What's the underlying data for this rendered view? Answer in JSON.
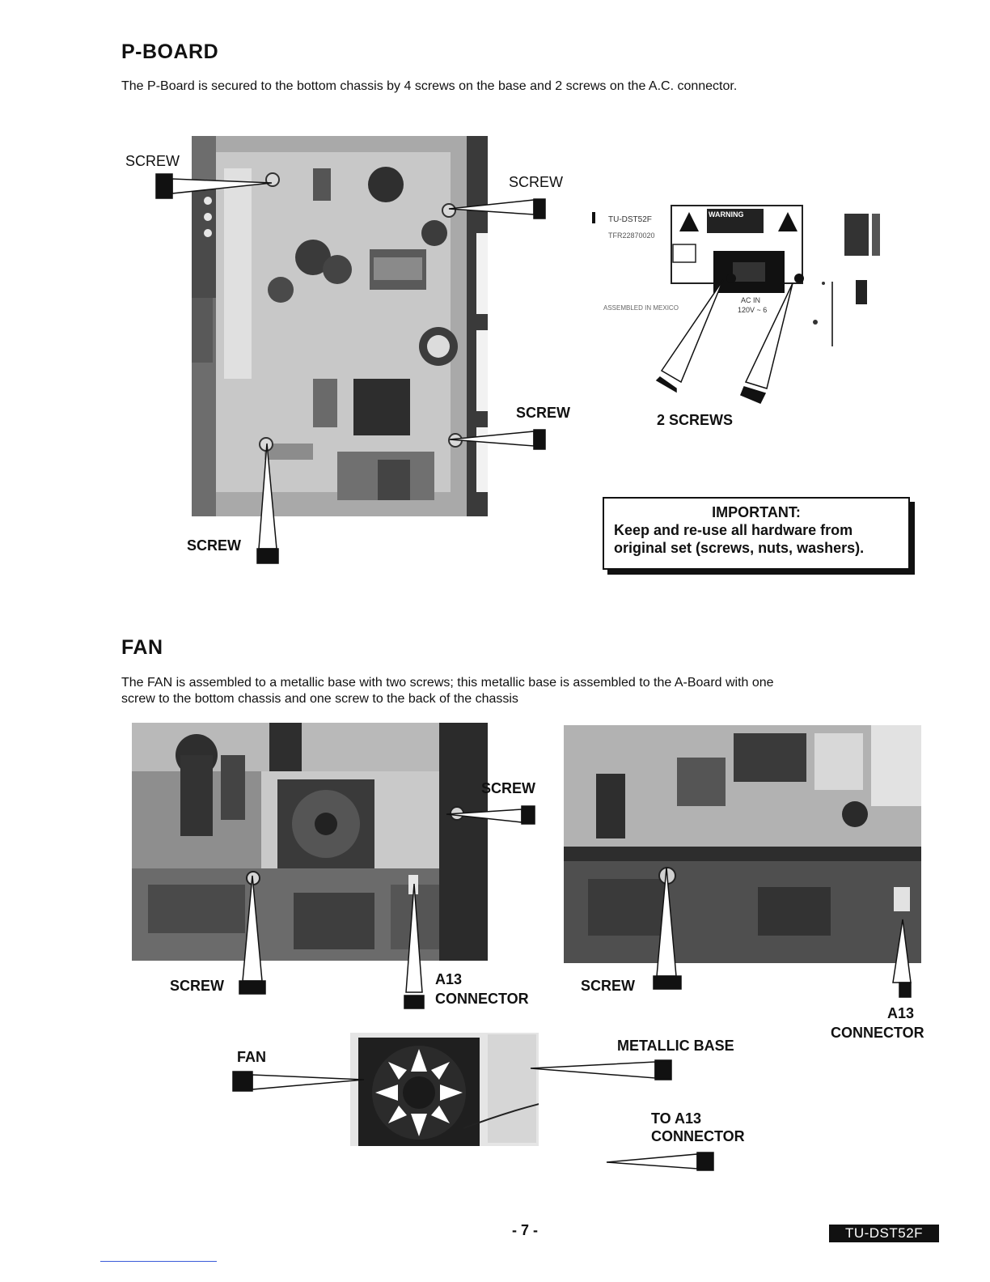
{
  "pboard": {
    "title": "P-BOARD",
    "description": "The P-Board is secured to the bottom chassis by 4 screws on the base and 2 screws on the A.C. connector.",
    "labels": {
      "screw_top_left": "SCREW",
      "screw_top_right": "SCREW",
      "screw_mid_right": "SCREW",
      "screw_bottom": "SCREW",
      "two_screws": "2 SCREWS"
    },
    "rear_panel": {
      "model_text": "TU-DST52F",
      "part_text": "TFR22870020",
      "warning_text": "WARNING",
      "ac_in_text": "AC IN",
      "voltage_text": "120V ~ 6",
      "assembled_text": "ASSEMBLED IN MEXICO"
    },
    "important": {
      "heading": "IMPORTANT:",
      "line1": "Keep and re-use all hardware from",
      "line2": "original set (screws, nuts, washers)."
    }
  },
  "fan": {
    "title": "FAN",
    "description_line1": "The FAN is assembled to a metallic base with two screws; this metallic base is assembled to the A-Board with one",
    "description_line2": "screw  to the bottom chassis and one screw to the back of the chassis",
    "labels": {
      "screw_left_top": "SCREW",
      "screw_left_bottom": "SCREW",
      "a13_left_line1": "A13",
      "a13_left_line2": "CONNECTOR",
      "screw_right": "SCREW",
      "a13_right_line1": "A13",
      "a13_right_line2": "CONNECTOR",
      "fan": "FAN",
      "metallic_base": "METALLIC BASE",
      "to_a13_line1": "TO A13",
      "to_a13_line2": "CONNECTOR"
    }
  },
  "footer": {
    "page_number": "- 7 -",
    "model_tag": "TU-DST52F"
  }
}
